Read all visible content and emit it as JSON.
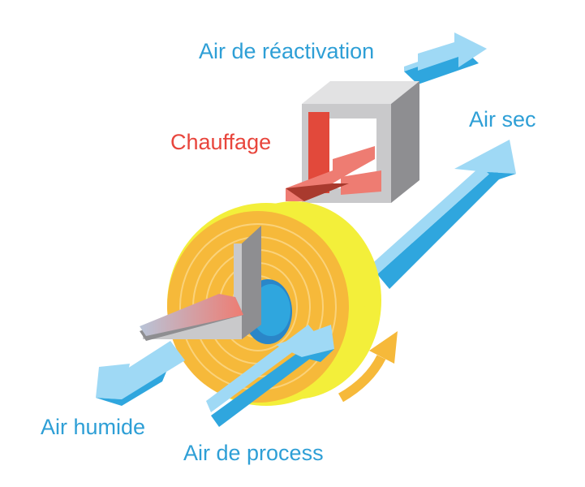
{
  "labels": {
    "reactivation": "Air de réactivation",
    "heating": "Chauffage",
    "dry": "Air sec",
    "humid": "Air humide",
    "process": "Air de process"
  },
  "colors": {
    "label_blue": "#2e9fd6",
    "label_red": "#e8453c",
    "arrow_light_blue": "#9fd9f5",
    "arrow_dark_blue": "#2fa6de",
    "wheel_yellow": "#f3ef3a",
    "wheel_orange": "#f6b93a",
    "rotation_arrow": "#f6b93a",
    "heater_red": "#e2493b",
    "heater_light_red": "#ee7c72",
    "box_grey": "#c9c9cb",
    "box_dark_grey": "#8e8e91",
    "hub_blue": "#2a86c8"
  },
  "icons": [
    "rotation-arrow-icon",
    "desiccant-wheel-icon",
    "heater-box-icon"
  ]
}
